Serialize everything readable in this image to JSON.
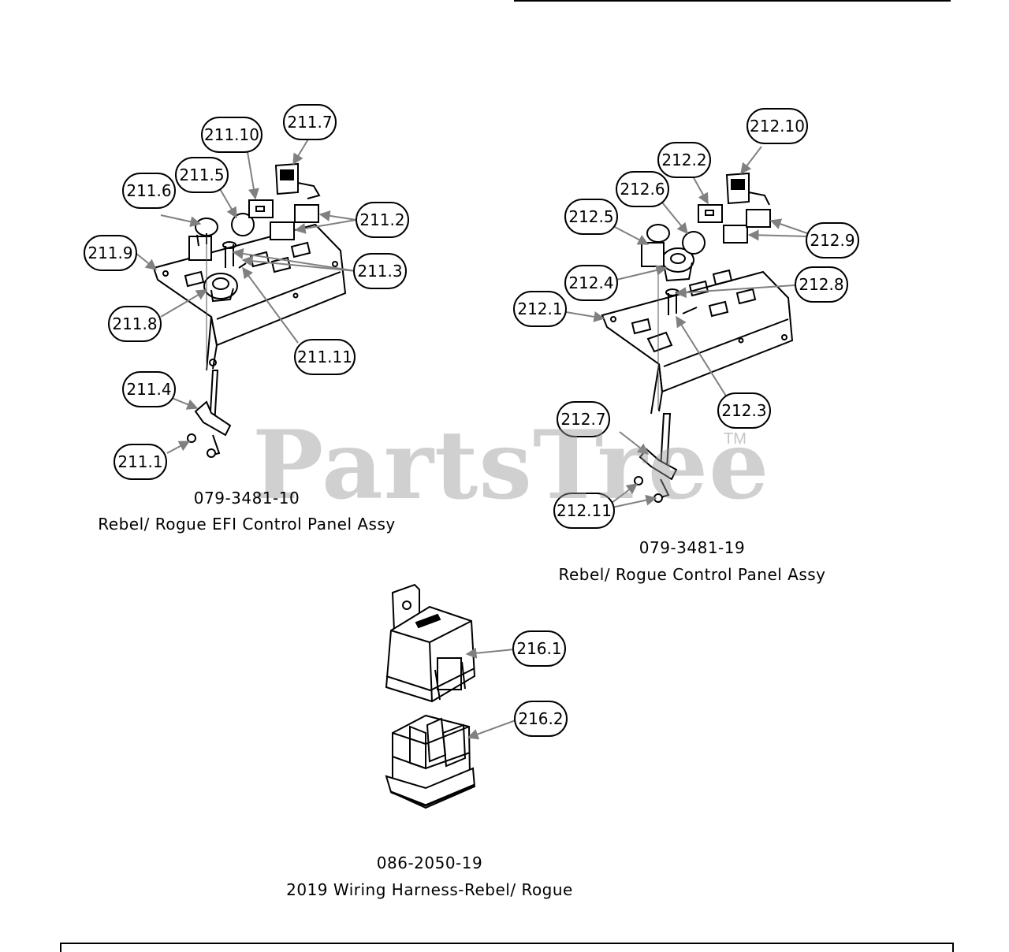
{
  "assemblies": [
    {
      "part_number": "079-3481-10",
      "description": "Rebel/ Rogue EFI Control Panel Assy",
      "callouts": [
        "211.1",
        "211.2",
        "211.3",
        "211.4",
        "211.5",
        "211.6",
        "211.7",
        "211.8",
        "211.9",
        "211.10",
        "211.11"
      ]
    },
    {
      "part_number": "079-3481-19",
      "description": "Rebel/ Rogue Control Panel Assy",
      "callouts": [
        "212.1",
        "212.2",
        "212.3",
        "212.4",
        "212.5",
        "212.6",
        "212.7",
        "212.8",
        "212.9",
        "212.10",
        "212.11"
      ]
    },
    {
      "part_number": "086-2050-19",
      "description": "2019 Wiring Harness-Rebel/ Rogue",
      "callouts": [
        "216.1",
        "216.2"
      ]
    }
  ],
  "watermark": {
    "text": "PartsTree",
    "trademark": "TM"
  },
  "colors": {
    "line": "#000000",
    "leader": "#808080",
    "watermark": "#969696"
  }
}
